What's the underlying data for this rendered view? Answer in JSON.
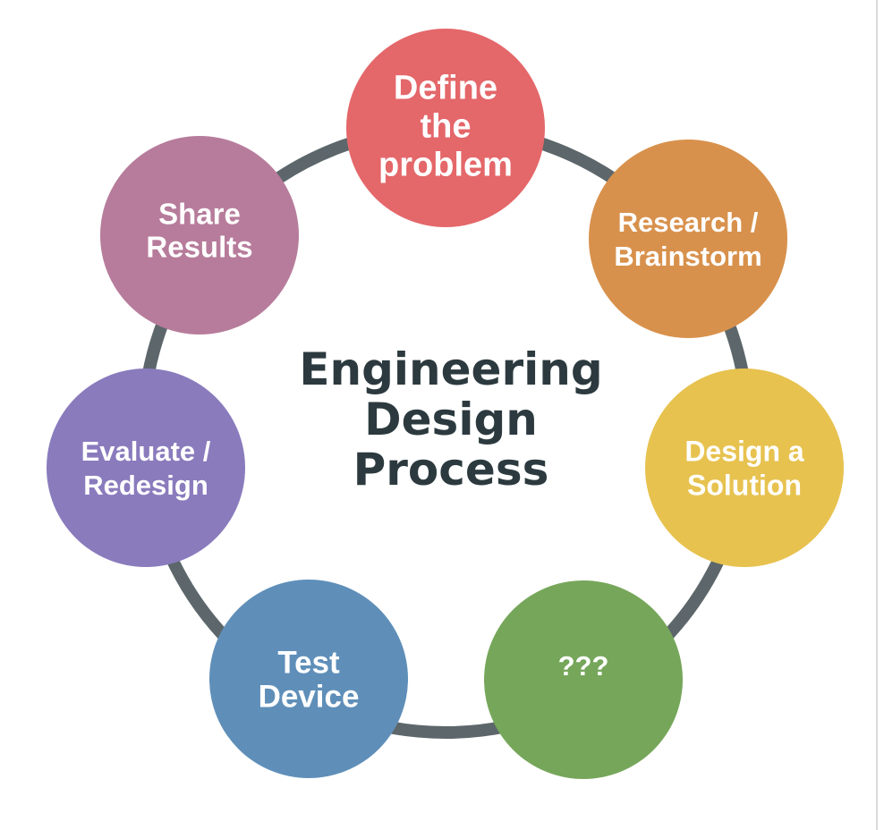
{
  "title": {
    "lines": [
      "Engineering",
      "Design",
      "Process"
    ],
    "color": "#2c3a3f"
  },
  "ring": {
    "color": "#5d676b"
  },
  "steps": [
    {
      "lines": [
        "Define",
        "the",
        "problem"
      ],
      "color": "#e4676a"
    },
    {
      "lines": [
        "Research /",
        "Brainstorm"
      ],
      "color": "#d8914c"
    },
    {
      "lines": [
        "Design a",
        "Solution"
      ],
      "color": "#e7c24f"
    },
    {
      "lines": [
        "???"
      ],
      "color": "#76a65a"
    },
    {
      "lines": [
        "Test",
        "Device"
      ],
      "color": "#5f8fb9"
    },
    {
      "lines": [
        "Evaluate /",
        "Redesign"
      ],
      "color": "#8a7bbd"
    },
    {
      "lines": [
        "Share",
        "Results"
      ],
      "color": "#b77c9b"
    }
  ]
}
